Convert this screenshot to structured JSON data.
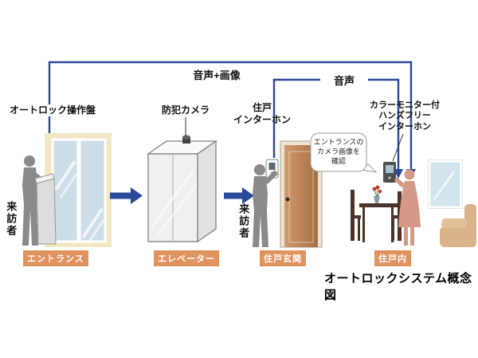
{
  "colors": {
    "accent_blue": "#2b4a9b",
    "label_orange": "#e0925f"
  },
  "connections": {
    "audio_image_label": "音声+画像",
    "audio_label": "音声"
  },
  "entrance": {
    "panel_label": "オートロック操作盤",
    "visitor_label": "来訪者",
    "zone_label": "エントランス"
  },
  "elevator": {
    "camera_label": "防犯カメラ",
    "zone_label": "エレベーター"
  },
  "unit_entrance": {
    "intercom_label": "住戸\nインターホン",
    "visitor_label": "来訪者",
    "zone_label": "住戸玄関"
  },
  "unit_interior": {
    "intercom_label": "カラーモニター付\nハンズフリー\nインターホン",
    "speech_bubble": "エントランスの\nカメラ画像を\n確認",
    "zone_label": "住戸内"
  },
  "caption": "オートロックシステム概念図"
}
